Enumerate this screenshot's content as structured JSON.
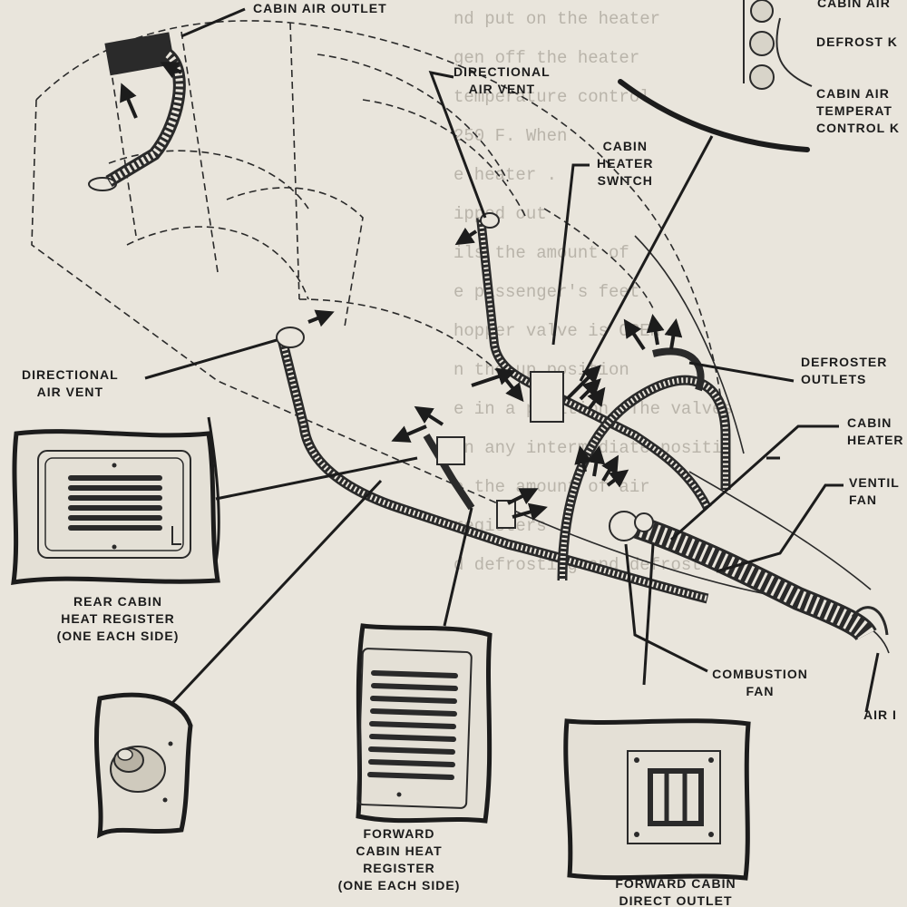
{
  "labels": {
    "cabin_air_outlet": "CABIN AIR OUTLET",
    "directional_air_vent_top": [
      "DIRECTIONAL",
      "AIR VENT"
    ],
    "cabin_heater_switch": [
      "CABIN",
      "HEATER",
      "SWITCH"
    ],
    "panel_cabin_air": "CABIN AIR",
    "panel_defrost_knob": "DEFROST K",
    "panel_temp_control": [
      "CABIN AIR",
      "TEMPERAT",
      "CONTROL K"
    ],
    "directional_air_vent_left": [
      "DIRECTIONAL",
      "AIR VENT"
    ],
    "defroster_outlets": [
      "DEFROSTER",
      "OUTLETS"
    ],
    "cabin_heater": [
      "CABIN",
      "HEATER"
    ],
    "ventilation_fan": [
      "VENTIL",
      "FAN"
    ],
    "rear_cabin_heat_register": [
      "REAR CABIN",
      "HEAT REGISTER",
      "(ONE EACH SIDE)"
    ],
    "combustion_fan": [
      "COMBUSTION",
      "FAN"
    ],
    "air_inlet": "AIR I",
    "forward_cabin_heat_register": [
      "FORWARD",
      "CABIN HEAT",
      "REGISTER",
      "(ONE EACH SIDE)"
    ],
    "forward_cabin_direct_outlet": [
      "FORWARD CABIN",
      "DIRECT OUTLET"
    ]
  },
  "background_text": [
    "",
    "",
    "",
    "",
    "",
    "nd put on the heater",
    "gen off the heater",
    "temperature control",
    "250 F. When",
    "e heater .",
    "",
    "",
    "",
    "ipped out",
    "ils the amount of",
    "e passenger's feet",
    "hopper valve is OPEN",
    "n the up position",
    "e in a position. The valves",
    "in any intermediate positi",
    "e the amount of air",
    "registers",
    "",
    "",
    "",
    "d defrosting and defrost"
  ]
}
